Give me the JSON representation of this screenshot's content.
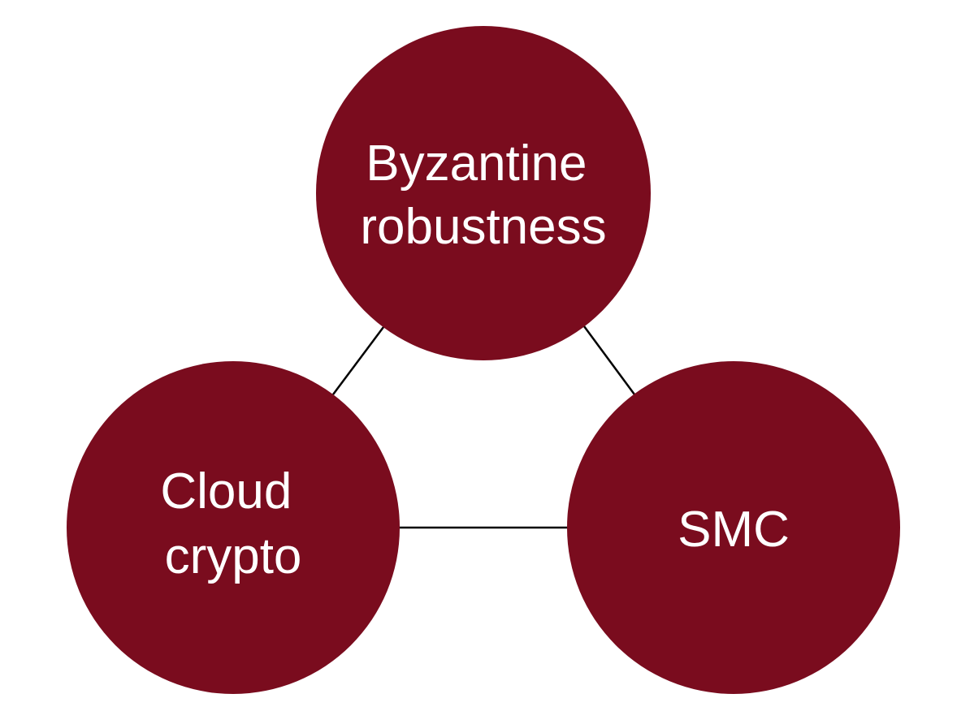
{
  "diagram": {
    "node_color": "#7A0C1E",
    "edge_color": "#000000",
    "text_color": "#FFFFFF",
    "nodes": [
      {
        "id": "byzantine",
        "lines": [
          "Byzantine",
          "robustness"
        ]
      },
      {
        "id": "cloud",
        "lines": [
          "Cloud",
          "crypto"
        ]
      },
      {
        "id": "smc",
        "lines": [
          "SMC"
        ]
      }
    ],
    "edges": [
      {
        "from": "byzantine",
        "to": "cloud"
      },
      {
        "from": "byzantine",
        "to": "smc"
      },
      {
        "from": "cloud",
        "to": "smc"
      }
    ]
  }
}
